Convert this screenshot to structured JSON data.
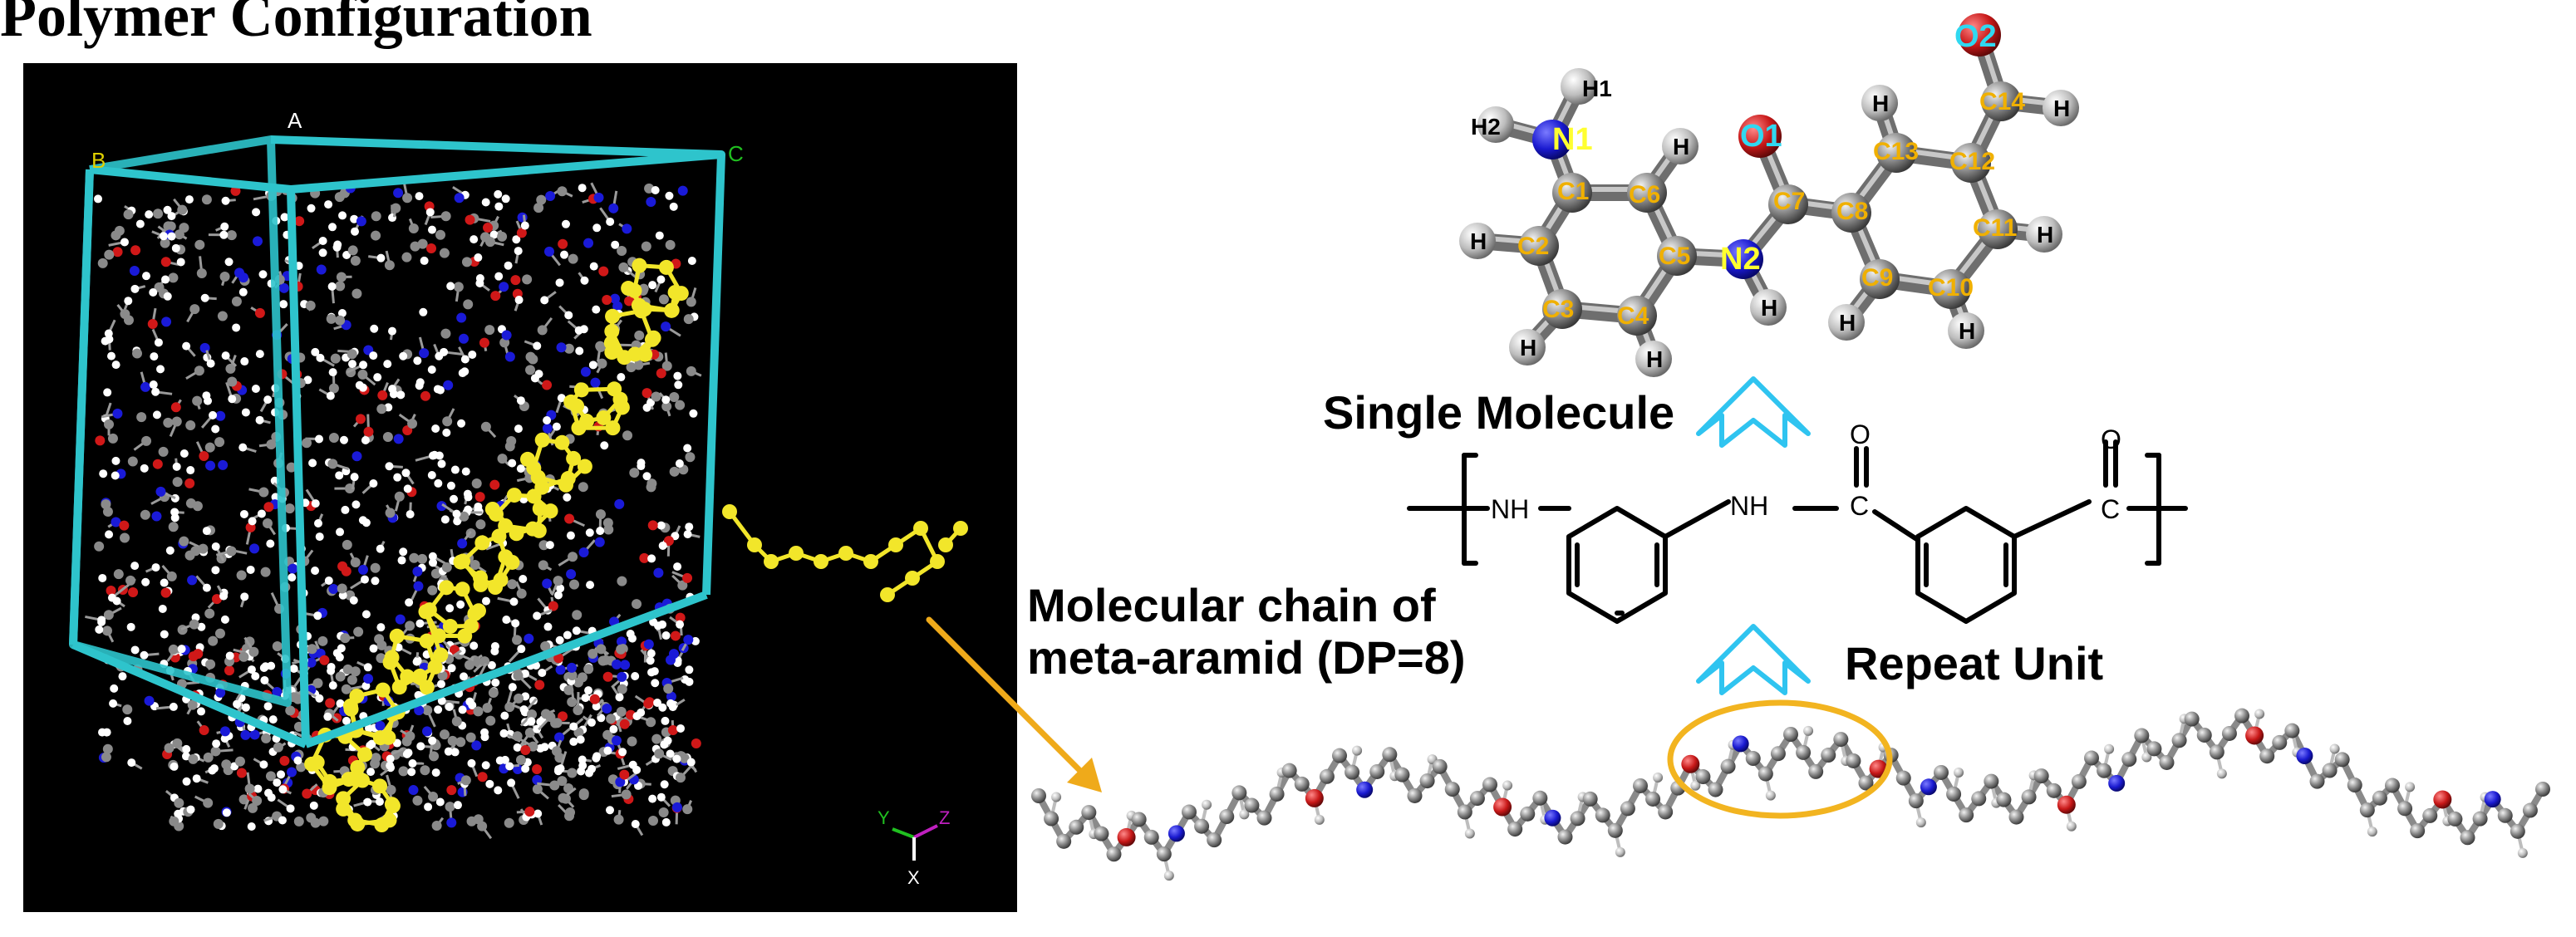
{
  "page": {
    "title": "Polymer Configuration"
  },
  "cell_panel": {
    "axis_labels": {
      "b": "B",
      "a": "A",
      "c": "C"
    },
    "triad": {
      "y": "Y",
      "z": "Z",
      "x": "X"
    }
  },
  "labels": {
    "single_molecule": "Single Molecule",
    "chain_line1": "Molecular chain of",
    "chain_line2": "meta-aramid (DP=8)",
    "repeat_unit": "Repeat Unit"
  },
  "molecule_atoms": {
    "h1": "H1",
    "h2": "H2",
    "n1": "N1",
    "c1": "C1",
    "c2": "C2",
    "c3": "C3",
    "c4": "C4",
    "c5": "C5",
    "c6": "C6",
    "n2": "N2",
    "c7": "C7",
    "o1": "O1",
    "c8": "C8",
    "c9": "C9",
    "c10": "C10",
    "c11": "C11",
    "c12": "C12",
    "c13": "C13",
    "c14": "C14",
    "o2": "O2",
    "h": "H"
  },
  "repeat_unit_structure": {
    "nh_left": "NH",
    "nh_mid": "NH",
    "c_carbonyl1": "C",
    "c_carbonyl2": "C",
    "o_carbonyl1": "O",
    "o_carbonyl2": "O"
  },
  "colors": {
    "panel_bg": "#000000",
    "cell_edge": "#2ec4cc",
    "carbon": "#8a8a8a",
    "hydrogen": "#ffffff",
    "nitrogen": "#1a1ad8",
    "oxygen": "#d01818",
    "highlight_chain": "#f2e62a",
    "atom_label": "#f0b000",
    "heteroatom_label": "#ffff30",
    "o_label": "#30d8f0",
    "arrow": "#2fc4f0",
    "pointer_arrow": "#efaa1a",
    "ellipse": "#f2b420"
  }
}
